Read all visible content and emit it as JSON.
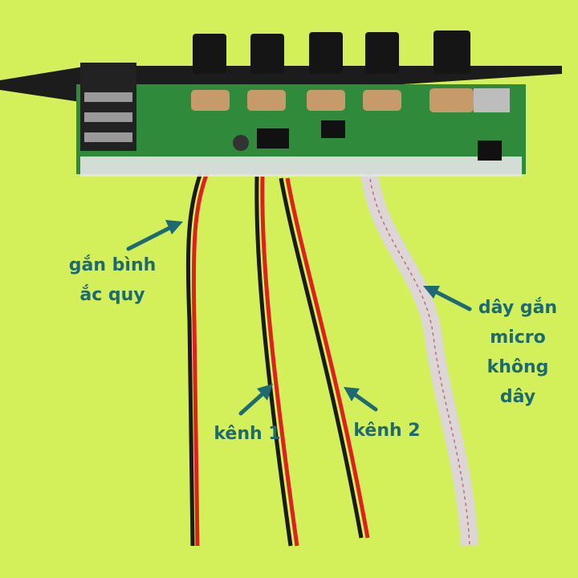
{
  "labels": {
    "battery": [
      "gắn bình",
      "ắc quy"
    ],
    "mic": [
      "dây gắn",
      "micro",
      "không",
      "dây"
    ],
    "channel1": "kênh 1",
    "channel2": "kênh 2"
  },
  "colors": {
    "background": "#d3f05b",
    "label": "#1e6a72",
    "pcb": "#2f8a3c",
    "wire_red": "#e21f1f",
    "wire_black": "#1a1a1a"
  }
}
